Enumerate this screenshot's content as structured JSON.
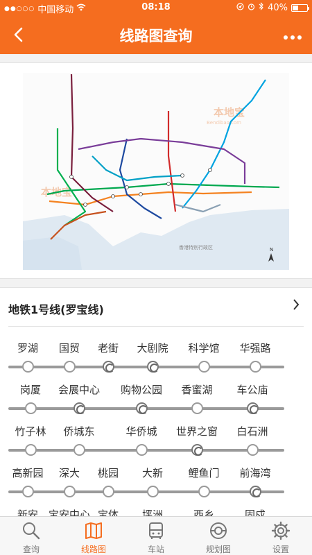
{
  "status_bar": {
    "carrier": "中国移动",
    "time": "08:18",
    "battery": "40%",
    "battery_level": 0.4
  },
  "nav": {
    "title": "线路图查询"
  },
  "map": {
    "watermark": "本地宝",
    "watermark_url": "Bendibao.com",
    "hk_label": "香港特别行政区"
  },
  "line": {
    "title": "地铁1号线(罗宝线)",
    "rows": [
      [
        {
          "name": "罗湖",
          "transfer": false
        },
        {
          "name": "国贸",
          "transfer": false
        },
        {
          "name": "老街",
          "transfer": true
        },
        {
          "name": "大剧院",
          "transfer": true
        },
        {
          "name": "科学馆",
          "transfer": false
        },
        {
          "name": "华强路",
          "transfer": false
        }
      ],
      [
        {
          "name": "岗厦",
          "transfer": false
        },
        {
          "name": "会展中心",
          "transfer": true
        },
        {
          "name": "购物公园",
          "transfer": true
        },
        {
          "name": "香蜜湖",
          "transfer": false
        },
        {
          "name": "车公庙",
          "transfer": true
        }
      ],
      [
        {
          "name": "竹子林",
          "transfer": false
        },
        {
          "name": "侨城东",
          "transfer": false
        },
        {
          "name": "华侨城",
          "transfer": false
        },
        {
          "name": "世界之窗",
          "transfer": true
        },
        {
          "name": "白石洲",
          "transfer": false
        }
      ],
      [
        {
          "name": "高新园",
          "transfer": false
        },
        {
          "name": "深大",
          "transfer": false
        },
        {
          "name": "桃园",
          "transfer": false
        },
        {
          "name": "大新",
          "transfer": false
        },
        {
          "name": "鲤鱼门",
          "transfer": false
        },
        {
          "name": "前海湾",
          "transfer": true
        }
      ],
      [
        {
          "name": "新安",
          "transfer": false
        },
        {
          "name": "宝安中心",
          "transfer": false
        },
        {
          "name": "宝体",
          "transfer": false
        },
        {
          "name": "坪洲",
          "transfer": false
        },
        {
          "name": "西乡",
          "transfer": false
        },
        {
          "name": "固戍",
          "transfer": false
        }
      ]
    ]
  },
  "tabs": [
    {
      "label": "查询",
      "icon": "search-icon",
      "active": false
    },
    {
      "label": "线路图",
      "icon": "map-icon",
      "active": true
    },
    {
      "label": "车站",
      "icon": "bus-icon",
      "active": false
    },
    {
      "label": "规划图",
      "icon": "plan-icon",
      "active": false
    },
    {
      "label": "设置",
      "icon": "gear-icon",
      "active": false
    }
  ]
}
